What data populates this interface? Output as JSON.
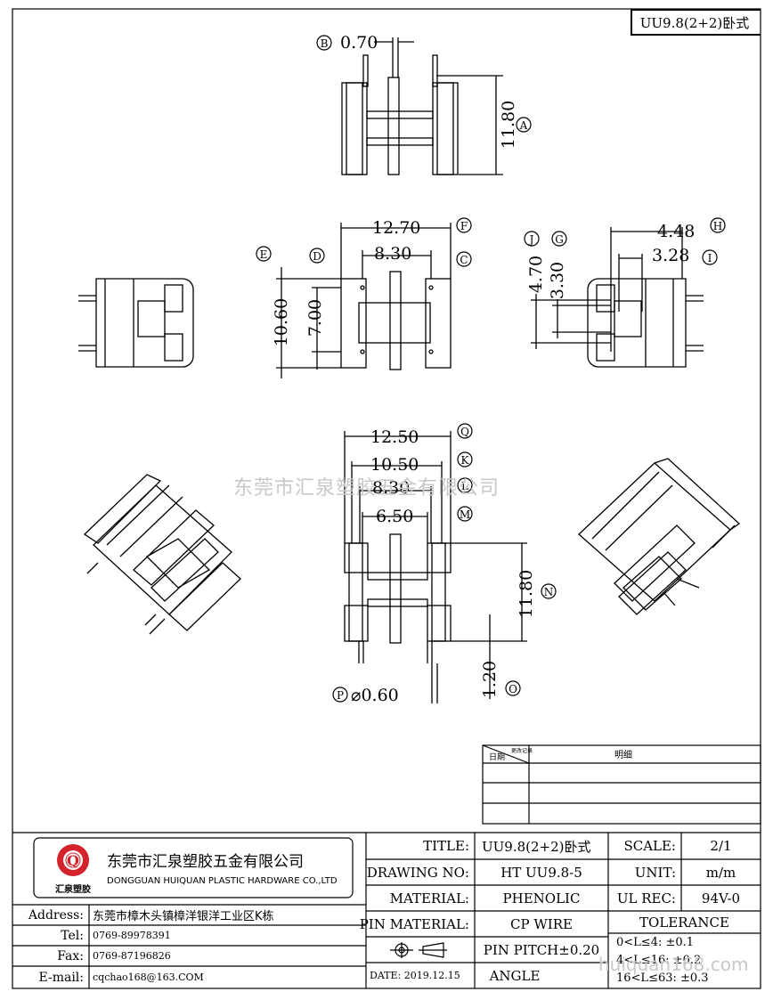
{
  "title_block": {
    "top_label": "UU9.8(2+2)卧式",
    "company_cn": "东莞市汇泉塑胶五金有限公司",
    "company_en": "DONGGUAN HUIQUAN PLASTIC HARDWARE CO.,LTD",
    "logo_letter": "Q",
    "logo_text": "汇泉塑胶",
    "address_label": "Address:",
    "address": "东莞市樟木头镇樟洋银洋工业区K栋",
    "tel_label": "Tel:",
    "tel": "0769-89978391",
    "fax_label": "Fax:",
    "fax": "0769-87196826",
    "email_label": "E-mail:",
    "email": "cqchao168@163.COM",
    "title_label": "TITLE:",
    "title": "UU9.8(2+2)卧式",
    "drawing_no_label": "DRAWING NO:",
    "drawing_no": "HT UU9.8-5",
    "material_label": "MATERIAL:",
    "material": "PHENOLIC",
    "pin_material_label": "PIN MATERIAL:",
    "pin_material": "CP WIRE",
    "pin_pitch": "PIN PITCH±0.20",
    "angle": "ANGLE",
    "date": "DATE: 2019.12.15",
    "scale_label": "SCALE:",
    "scale": "2/1",
    "unit_label": "UNIT:",
    "unit": "m/m",
    "ul_label": "UL REC:",
    "ul": "94V-0",
    "tolerance_label": "TOLERANCE",
    "tolerances": [
      "0<L≤4:  ±0.1",
      "4<L≤16: ±0.2",
      "16<L≤63: ±0.3"
    ]
  },
  "revision_table": {
    "date_header": "日期",
    "change_header": "更改记录",
    "detail_header": "明细"
  },
  "dimensions": {
    "B": "0.70",
    "A": "11.80",
    "F": "12.70",
    "C": "8.30",
    "E": "10.60",
    "D": "7.00",
    "H": "4.48",
    "I": "3.28",
    "J": "4.70",
    "G": "3.30",
    "Q": "12.50",
    "K": "10.50",
    "L": "8.30",
    "M": "6.50",
    "N": "11.80",
    "O": "1.20",
    "P": "⌀0.60"
  },
  "dimension_letters": [
    "A",
    "B",
    "C",
    "D",
    "E",
    "F",
    "G",
    "H",
    "I",
    "J",
    "K",
    "L",
    "M",
    "N",
    "O",
    "P",
    "Q"
  ],
  "watermark": "东莞市汇泉塑胶五金有限公司",
  "watermark2": "huiquan168.com"
}
